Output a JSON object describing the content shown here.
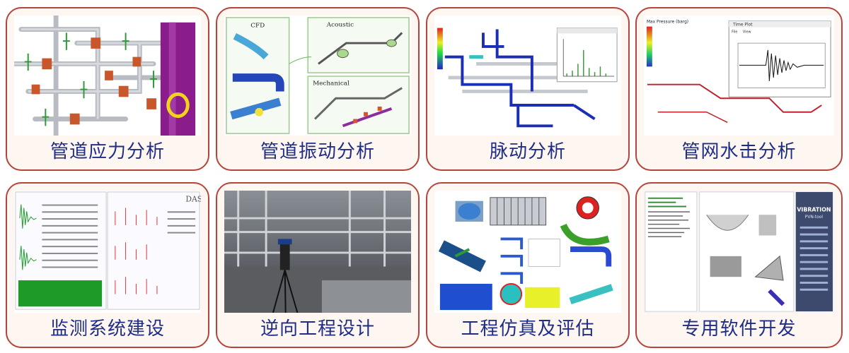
{
  "cards": [
    {
      "label": "管道应力分析"
    },
    {
      "label": "管道振动分析",
      "panels": [
        "CFD",
        "Acoustic",
        "Mechanical"
      ]
    },
    {
      "label": "脉动分析"
    },
    {
      "label": "管网水击分析",
      "window_title": "Time Plot",
      "menu": [
        "File",
        "View"
      ],
      "legend_title": "Max Pressure (barg)"
    },
    {
      "label": "监测系统建设",
      "logo": "DASP"
    },
    {
      "label": "逆向工程设计"
    },
    {
      "label": "工程仿真及评估"
    },
    {
      "label": "专用软件开发",
      "sidebar_title": "VIBRATION",
      "sidebar_subtitle": "PVN-tool"
    }
  ],
  "colors": {
    "border": "#b5443a",
    "label": "#1f2d86",
    "card_bg": "#fdf6f1"
  }
}
